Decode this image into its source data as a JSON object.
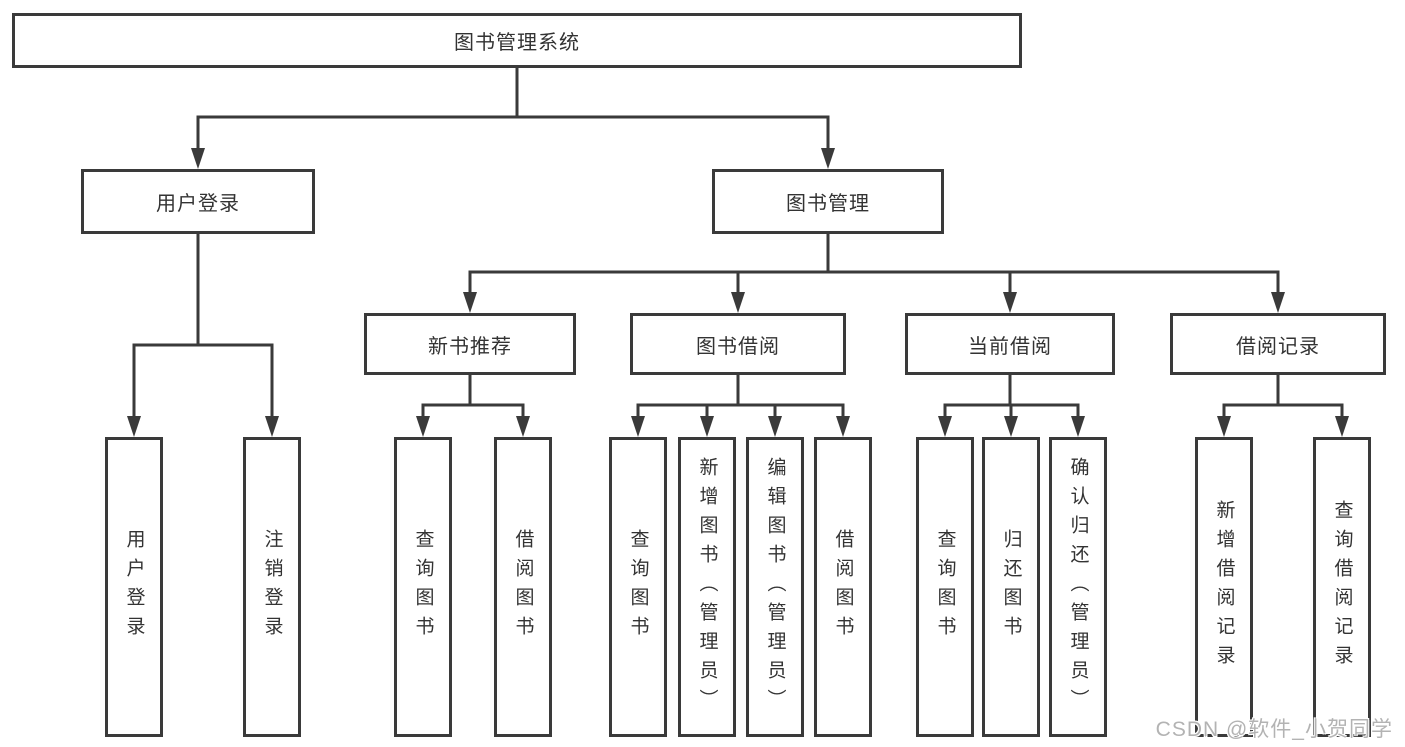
{
  "tree": {
    "root": {
      "label": "图书管理系统"
    },
    "user_login": {
      "label": "用户登录",
      "leaves": [
        "用户登录",
        "注销登录"
      ]
    },
    "book_management": {
      "label": "图书管理",
      "new_books": {
        "label": "新书推荐",
        "leaves": [
          "查询图书",
          "借阅图书"
        ]
      },
      "book_borrowing": {
        "label": "图书借阅",
        "leaves": [
          "查询图书",
          "新增图书（管理员）",
          "编辑图书（管理员）",
          "借阅图书"
        ]
      },
      "current_borrowing": {
        "label": "当前借阅",
        "leaves": [
          "查询图书",
          "归还图书",
          "确认归还（管理员）"
        ]
      },
      "borrow_records": {
        "label": "借阅记录",
        "leaves": [
          "新增借阅记录",
          "查询借阅记录"
        ]
      }
    }
  },
  "watermark": "CSDN @软件_小贺同学",
  "colors": {
    "line": "#3a3a3a",
    "box_border": "#3a3a3a",
    "text": "#333333",
    "watermark": "#b3b3b3",
    "background": "#ffffff"
  }
}
